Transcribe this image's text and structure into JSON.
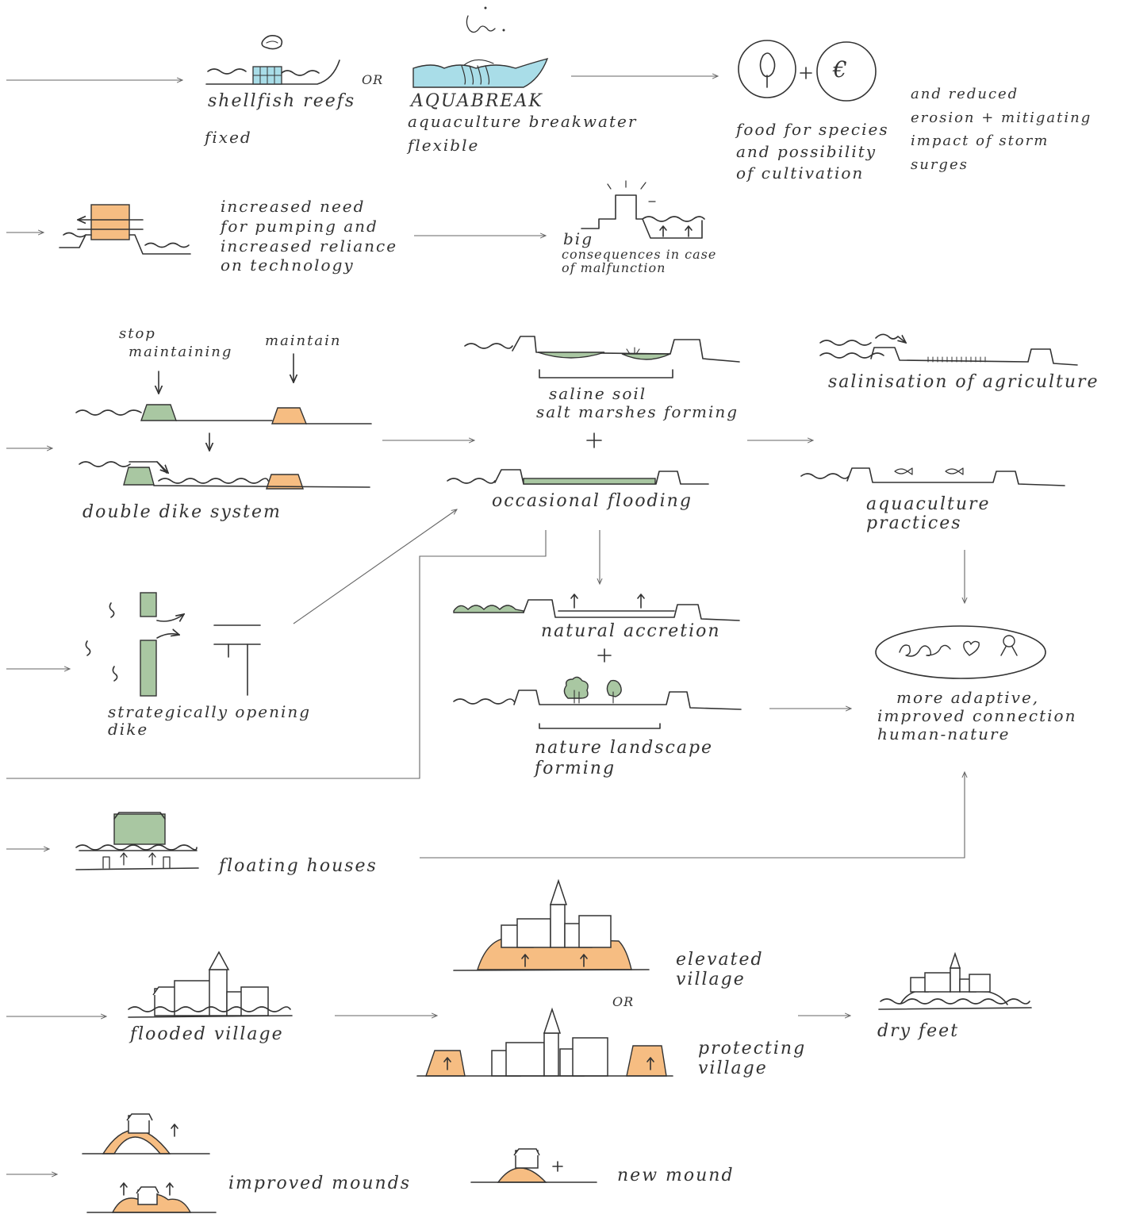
{
  "colors": {
    "green": "#a9c7a2",
    "orange": "#f6bd82",
    "blue": "#a9dde8",
    "ink": "#333333",
    "arrow": "#666666"
  },
  "icons": {
    "euro": "€"
  },
  "row1": {
    "shellfish": "shellfish reefs",
    "fixed": "fixed",
    "or": "OR",
    "aquabreak": "AQUABREAK",
    "aquaculture_breakwater": "aquaculture breakwater",
    "flexible": "flexible",
    "food_lines": [
      "food for species",
      "and possibility",
      "of cultivation"
    ],
    "erosion_lines": [
      "and reduced",
      "erosion + mitigating",
      "impact of storm",
      "surges"
    ]
  },
  "row2": {
    "pumping_lines": [
      "increased need",
      "for pumping and",
      "increased reliance",
      "on technology"
    ],
    "big": "big",
    "consequences_lines": [
      "consequences in case",
      "of malfunction"
    ]
  },
  "row3": {
    "stop_lines": [
      "stop",
      "maintaining"
    ],
    "maintain": "maintain",
    "double_dike": "double dike system",
    "saline": "saline soil",
    "salt_marshes": "salt marshes forming",
    "plus": "+",
    "occasional": "occasional flooding",
    "salinisation": "salinisation of agriculture",
    "aquaculture_lines": [
      "aquaculture",
      "practices"
    ]
  },
  "row4": {
    "strategic_lines": [
      "strategically opening",
      "dike"
    ],
    "accretion": "natural accretion",
    "plus": "+",
    "landscape_lines": [
      "nature landscape",
      "forming"
    ],
    "adaptive_lines": [
      "more adaptive,",
      "improved connection",
      "human-nature"
    ]
  },
  "row5": {
    "floating": "floating houses"
  },
  "row6": {
    "flooded": "flooded village",
    "elevated_lines": [
      "elevated",
      "village"
    ],
    "or": "OR",
    "protecting_lines": [
      "protecting",
      "village"
    ],
    "dry_feet": "dry feet"
  },
  "row7": {
    "improved_mounds": "improved mounds",
    "plus": "+",
    "new_mound": "new mound"
  }
}
